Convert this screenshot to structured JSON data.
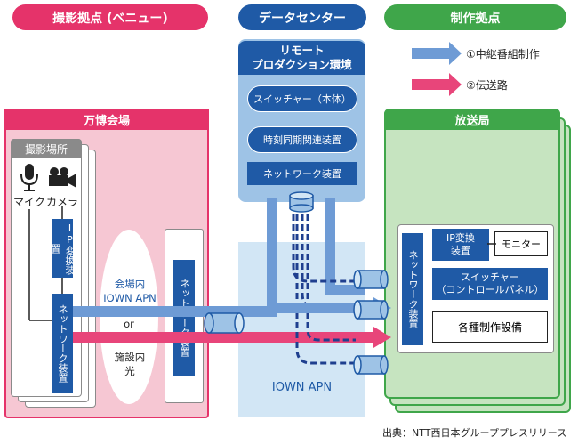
{
  "headers": {
    "venue": "撮影拠点 (ベニュー)",
    "datacenter": "データセンター",
    "production": "制作拠点"
  },
  "legend": {
    "relay": "①中継番組制作",
    "transmission": "②伝送路",
    "relay_color": "#6e9bd5",
    "transmission_color": "#e8457a"
  },
  "datacenter": {
    "title": "リモート\nプロダクション環境",
    "switcher": "スイッチャー（本体）",
    "time_sync": "時刻同期関連装置",
    "network": "ネットワーク装置"
  },
  "venue": {
    "title": "万博会場",
    "shooting_location": "撮影場所",
    "mic": "マイク",
    "camera": "カメラ",
    "ip_converter": "IP変換装置",
    "network": "ネットワーク装置",
    "apn_label": "会場内\nIOWN APN",
    "or_label": "or",
    "fiber_label": "施設内\n光",
    "venue_network": "ネットワーク装置"
  },
  "broadcaster": {
    "title": "放送局",
    "network": "ネットワーク装置",
    "ip_converter": "IP変換\n装置",
    "monitor": "モニター",
    "switcher": "スイッチャー\n（コントロールパネル）",
    "equipment": "各種制作設備"
  },
  "iown_apn": "IOWN APN",
  "source": "出典：NTT西日本グループプレスリリース"
}
